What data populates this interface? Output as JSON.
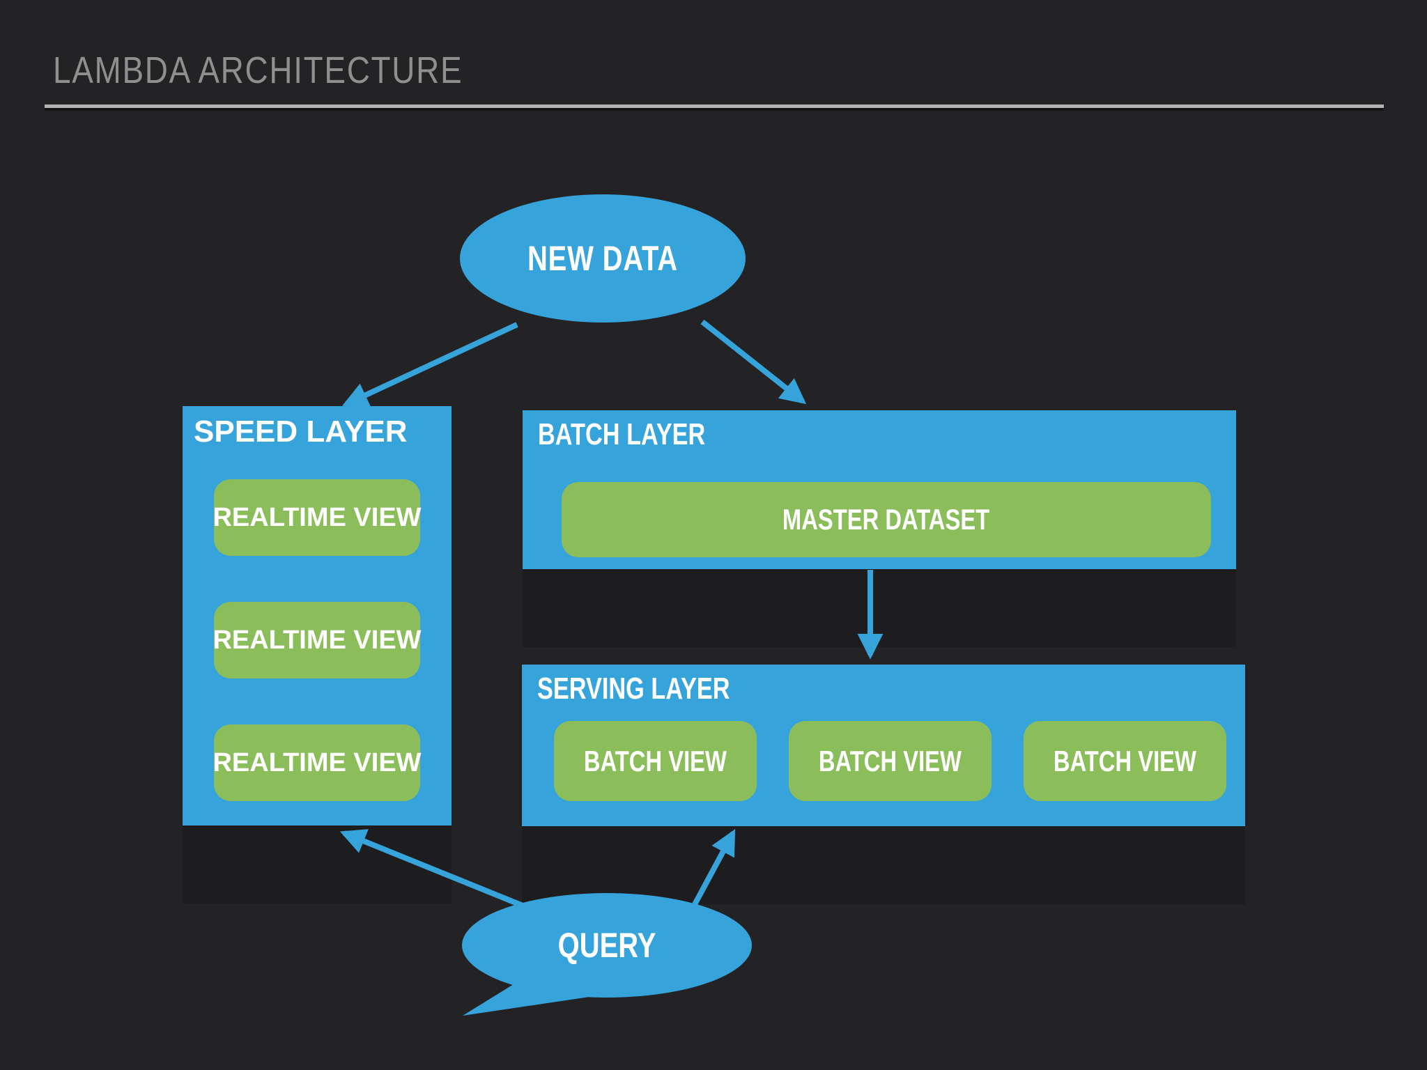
{
  "colors": {
    "background": "#232325",
    "blue": "#37a3db",
    "green": "#8bbe5b",
    "title_text": "#8f8f8f",
    "rule": "#b3b3b3",
    "label_text": "#ffffff"
  },
  "header": {
    "title": "LAMBDA ARCHITECTURE"
  },
  "nodes": {
    "new_data": {
      "label": "NEW DATA"
    },
    "speed_layer": {
      "title": "SPEED LAYER",
      "views": [
        "REALTIME VIEW",
        "REALTIME VIEW",
        "REALTIME VIEW"
      ]
    },
    "batch_layer": {
      "title": "BATCH LAYER",
      "dataset": "MASTER DATASET"
    },
    "serving_layer": {
      "title": "SERVING LAYER",
      "views": [
        "BATCH VIEW",
        "BATCH VIEW",
        "BATCH VIEW"
      ]
    },
    "query": {
      "label": "QUERY"
    }
  },
  "edges": [
    "new-data to speed-layer",
    "new-data to batch-layer",
    "batch-layer to serving-layer",
    "query to speed-layer",
    "query to serving-layer"
  ]
}
